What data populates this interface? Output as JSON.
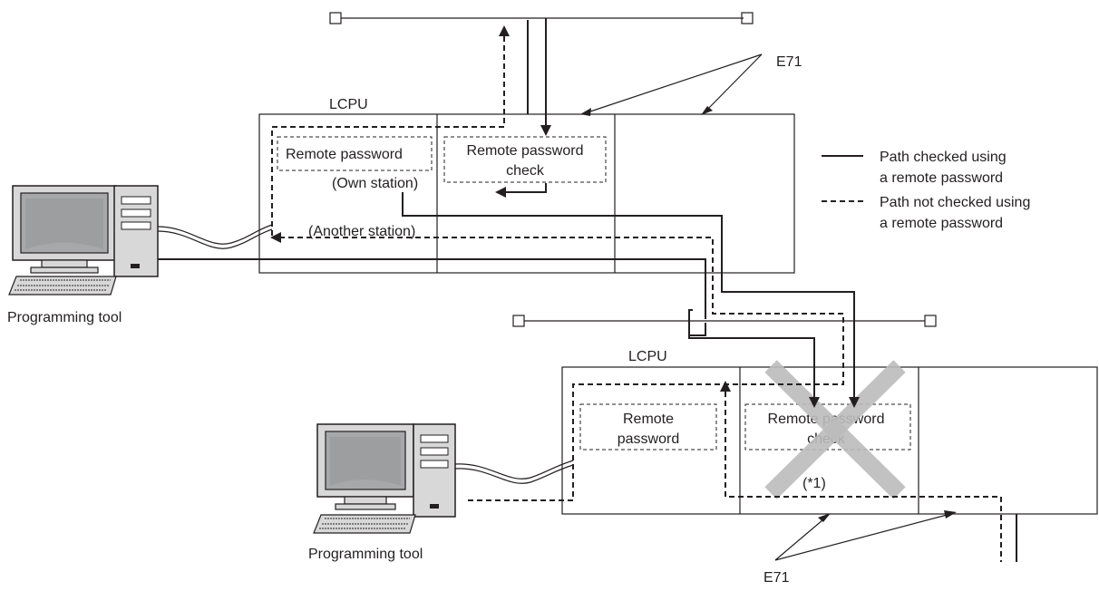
{
  "colors": {
    "line": "#231f20",
    "cross": "#bcbcbc",
    "screen": "#a7a8aa"
  },
  "top_station": {
    "plc_label": "LCPU",
    "remote_password_label": "Remote password",
    "check_line1": "Remote password",
    "check_line2": "check",
    "own_station_label": "(Own station)",
    "another_station_label": "(Another station)",
    "tool_label": "Programming tool"
  },
  "bottom_station": {
    "plc_label": "LCPU",
    "remote_line1": "Remote",
    "remote_line2": "password",
    "check_line1": "Remote password",
    "check_line2": "check",
    "note": "(*1)",
    "tool_label": "Programming tool"
  },
  "e71_top_label": "E71",
  "e71_bottom_label": "E71",
  "legend": {
    "solid_line1": "Path checked using",
    "solid_line2": "a remote password",
    "dashed_line1": "Path not checked using",
    "dashed_line2": "a remote password"
  },
  "icons": [
    "computer-icon",
    "computer-icon",
    "cross-icon"
  ]
}
